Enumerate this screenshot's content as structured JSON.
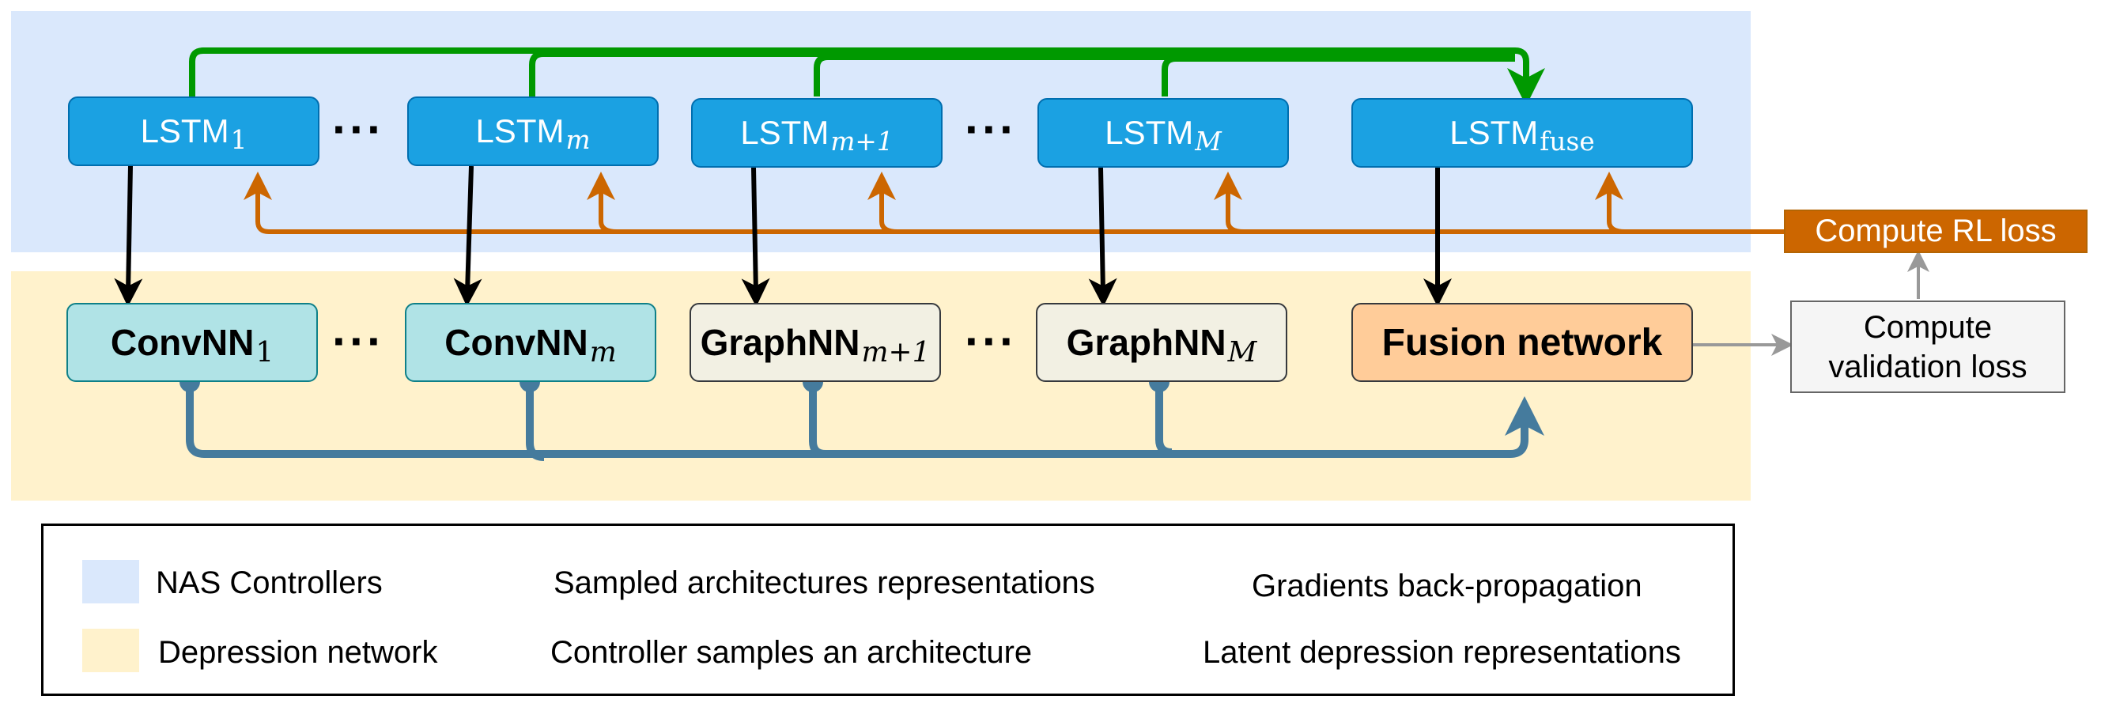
{
  "controllers": {
    "lstm_base": "LSTM",
    "subscripts": [
      "1",
      "m",
      "m+1",
      "M",
      "fuse"
    ]
  },
  "network": {
    "conv_base": "ConvNN",
    "graph_base": "GraphNN",
    "conv_subs": [
      "1",
      "m"
    ],
    "graph_subs": [
      "m+1",
      "M"
    ],
    "fusion": "Fusion network"
  },
  "ellipsis": "···",
  "losses": {
    "rl": "Compute RL loss",
    "validation_line1": "Compute",
    "validation_line2": "validation loss"
  },
  "legend": {
    "nas": "NAS Controllers",
    "depression": "Depression network",
    "sampled": "Sampled architectures representations",
    "gradients": "Gradients back-propagation",
    "controller_samples": "Controller samples an architecture",
    "latent": "Latent depression representations"
  },
  "colors": {
    "controller_bg": "#dae8fc",
    "network_bg": "#fff2cc",
    "lstm": "#1ba1e2",
    "conv": "#b0e3e6",
    "graph": "#f2f0e3",
    "fusion": "#ffcc99",
    "green_arrow": "#009900",
    "orange_arrow": "#cc6600",
    "blue_arrow": "#457b9d",
    "black_arrow": "#000000"
  }
}
